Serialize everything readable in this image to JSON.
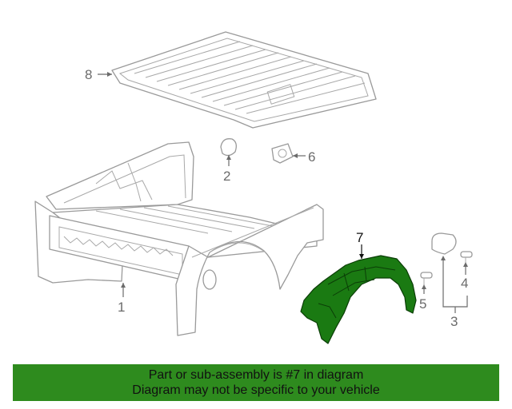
{
  "callouts": {
    "part_1": "1",
    "part_2": "2",
    "part_3": "3",
    "part_4": "4",
    "part_5": "5",
    "part_6": "6",
    "part_7": "7",
    "part_8": "8"
  },
  "colors": {
    "highlight": "#1a7a12",
    "banner": "#2e8b1e"
  },
  "banner": {
    "line1": "Part or sub-assembly is #7 in diagram",
    "line2": "Diagram may not be specific to your vehicle"
  }
}
